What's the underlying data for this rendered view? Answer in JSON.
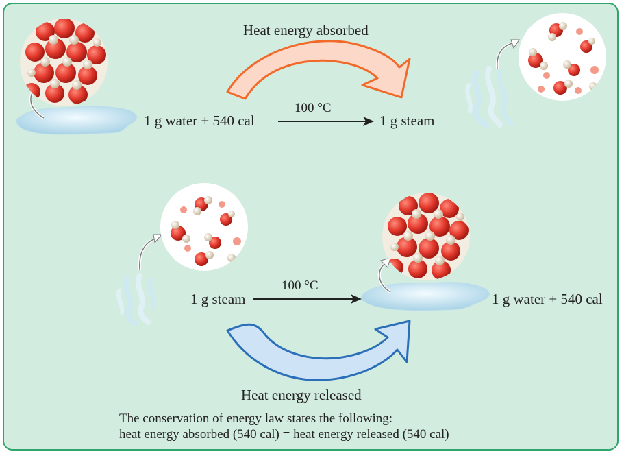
{
  "top": {
    "arc_label": "Heat energy absorbed",
    "reactants": "1 g water + 540 cal",
    "condition": "100 °C",
    "product": "1 g steam",
    "arc_color": "#f26a2a",
    "arc_fill": "#fbd8c8"
  },
  "bottom": {
    "reactant": "1 g steam",
    "condition": "100 °C",
    "products": "1 g water + 540 cal",
    "arc_label": "Heat energy released",
    "arc_color": "#2b6fb8",
    "arc_fill": "#cfe3f7"
  },
  "footer": {
    "line1": "The conservation of energy law states the following:",
    "line2": "heat energy absorbed (540 cal) = heat energy released (540 cal)"
  },
  "colors": {
    "panel_bg": "#d3ece0",
    "panel_border": "#2fa56b",
    "oxygen": "#e2382c",
    "hydrogen": "#e8dcc8",
    "puddle": "#cfe7f1"
  },
  "icons": [
    "water-molecules-icon",
    "steam-molecules-icon",
    "puddle-icon",
    "steam-vapor-icon",
    "curved-arrow-icon"
  ]
}
